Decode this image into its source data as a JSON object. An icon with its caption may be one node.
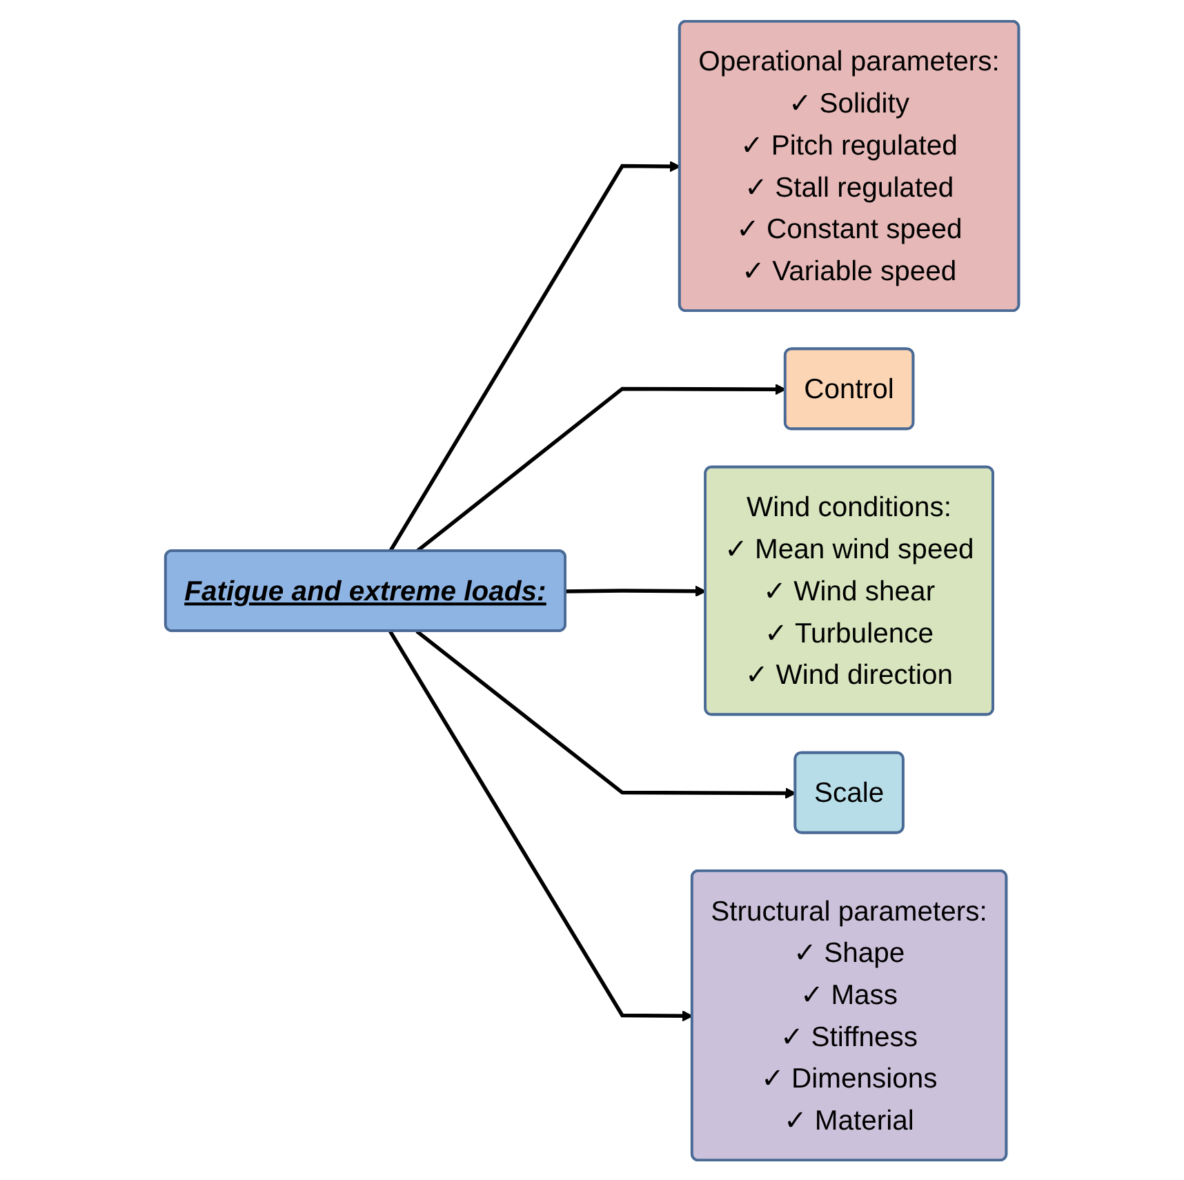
{
  "diagram": {
    "nodes": [
      {
        "text": [
          "Operational parameters:",
          "✓ Solidity",
          "✓ Pitch regulated",
          "✓ Stall regulated",
          "✓ Constant speed",
          "✓ Variable speed"
        ]
      },
      {
        "text": [
          "Control"
        ]
      },
      {
        "text": [
          "Wind conditions:",
          "✓ Mean wind speed",
          "✓ Wind shear",
          "✓ Turbulence",
          "✓ Wind direction"
        ]
      },
      {
        "text": [
          "Fatigue and extreme loads:"
        ]
      },
      {
        "text": [
          "Scale"
        ]
      },
      {
        "text": [
          "Structural parameters:",
          "✓ Shape",
          "✓ Mass",
          "✓ Stiffness",
          "✓ Dimensions",
          "✓ Material"
        ]
      }
    ],
    "edges": [
      {
        "from": 3,
        "to": 0,
        "arrow": "to"
      },
      {
        "from": 3,
        "to": 1,
        "arrow": "to"
      },
      {
        "from": 3,
        "to": 2,
        "arrow": "to"
      },
      {
        "from": 3,
        "to": 4,
        "arrow": "to"
      },
      {
        "from": 3,
        "to": 5,
        "arrow": "to"
      }
    ]
  }
}
